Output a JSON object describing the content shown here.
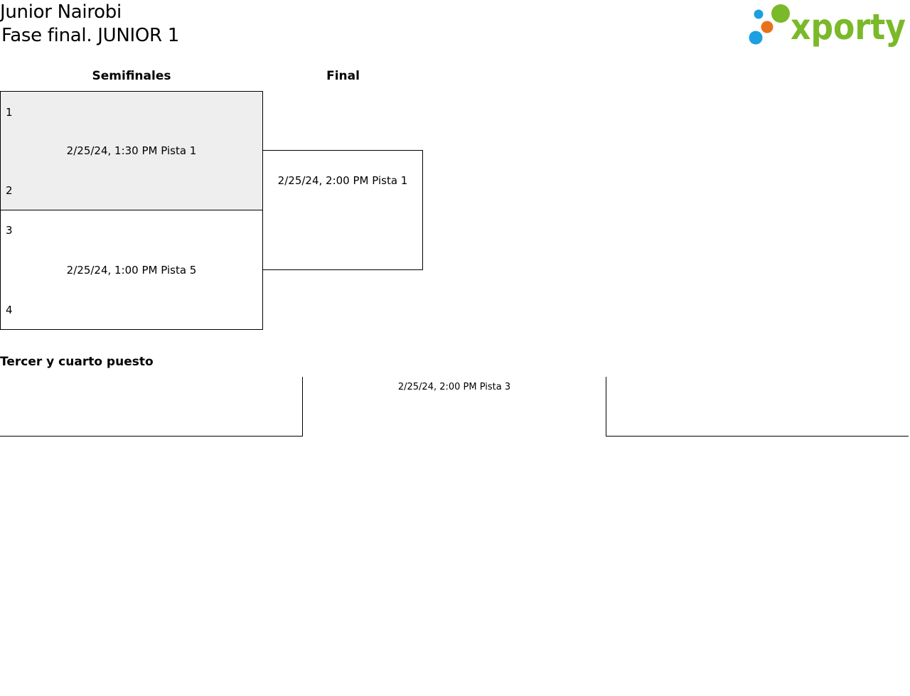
{
  "header": {
    "title": "Junior Nairobi",
    "subtitle": "Fase final. JUNIOR 1",
    "logo_text": "xporty"
  },
  "colors": {
    "logo_green": "#7ab929",
    "logo_blue": "#1ca0e0",
    "logo_orange": "#e8721c",
    "highlight_match_bg": "#eeeeee"
  },
  "bracket": {
    "rounds": [
      "Semifinales",
      "Final"
    ],
    "semifinals": [
      {
        "seed_top": "1",
        "seed_bottom": "2",
        "info": "2/25/24, 1:30 PM Pista 1"
      },
      {
        "seed_top": "3",
        "seed_bottom": "4",
        "info": "2/25/24, 1:00 PM Pista 5"
      }
    ],
    "final": {
      "info": "2/25/24, 2:00 PM Pista 1"
    }
  },
  "third_place": {
    "title": "Tercer y cuarto puesto",
    "info": "2/25/24, 2:00 PM Pista 3"
  }
}
